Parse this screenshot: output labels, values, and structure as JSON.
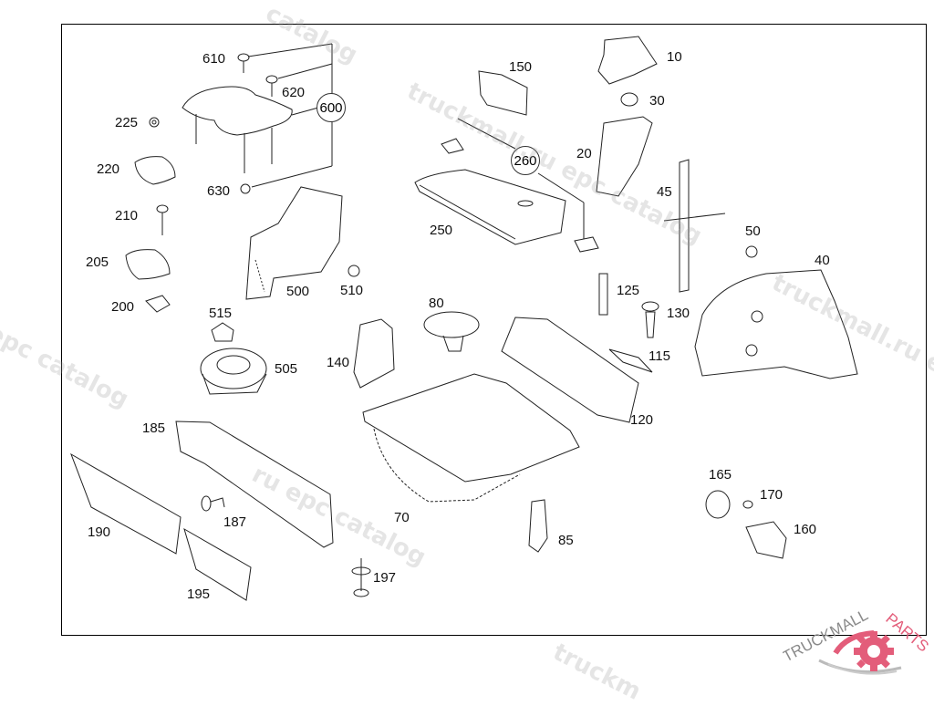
{
  "diagram": {
    "type": "exploded-parts-diagram",
    "callouts": [
      {
        "id": "610",
        "label": "610"
      },
      {
        "id": "620",
        "label": "620"
      },
      {
        "id": "600",
        "label": "600",
        "group": true
      },
      {
        "id": "630",
        "label": "630"
      },
      {
        "id": "225",
        "label": "225"
      },
      {
        "id": "220",
        "label": "220"
      },
      {
        "id": "210",
        "label": "210"
      },
      {
        "id": "205",
        "label": "205"
      },
      {
        "id": "200",
        "label": "200"
      },
      {
        "id": "500",
        "label": "500"
      },
      {
        "id": "510",
        "label": "510"
      },
      {
        "id": "515",
        "label": "515"
      },
      {
        "id": "505",
        "label": "505"
      },
      {
        "id": "150",
        "label": "150"
      },
      {
        "id": "260",
        "label": "260",
        "group": true
      },
      {
        "id": "250",
        "label": "250"
      },
      {
        "id": "10",
        "label": "10"
      },
      {
        "id": "30",
        "label": "30"
      },
      {
        "id": "20",
        "label": "20"
      },
      {
        "id": "45",
        "label": "45"
      },
      {
        "id": "50",
        "label": "50"
      },
      {
        "id": "40",
        "label": "40"
      },
      {
        "id": "125",
        "label": "125"
      },
      {
        "id": "130",
        "label": "130"
      },
      {
        "id": "115",
        "label": "115"
      },
      {
        "id": "120",
        "label": "120"
      },
      {
        "id": "80",
        "label": "80"
      },
      {
        "id": "140",
        "label": "140"
      },
      {
        "id": "70",
        "label": "70"
      },
      {
        "id": "85",
        "label": "85"
      },
      {
        "id": "185",
        "label": "185"
      },
      {
        "id": "187",
        "label": "187"
      },
      {
        "id": "190",
        "label": "190"
      },
      {
        "id": "195",
        "label": "195"
      },
      {
        "id": "197",
        "label": "197"
      },
      {
        "id": "165",
        "label": "165"
      },
      {
        "id": "170",
        "label": "170"
      },
      {
        "id": "160",
        "label": "160"
      }
    ]
  },
  "watermark": {
    "text": "truckmall.ru epc catalog",
    "fragments": [
      "catalog",
      "truckmall.ru epc catalog",
      "ru epc catalog",
      "epc catalog",
      "truckmall.ru e",
      "truckm"
    ]
  },
  "logo": {
    "text_left": "TRUCKMALL",
    "text_right": "PARTS",
    "accent_color": "#e35d7a",
    "gray_color": "#8a8a8a"
  }
}
